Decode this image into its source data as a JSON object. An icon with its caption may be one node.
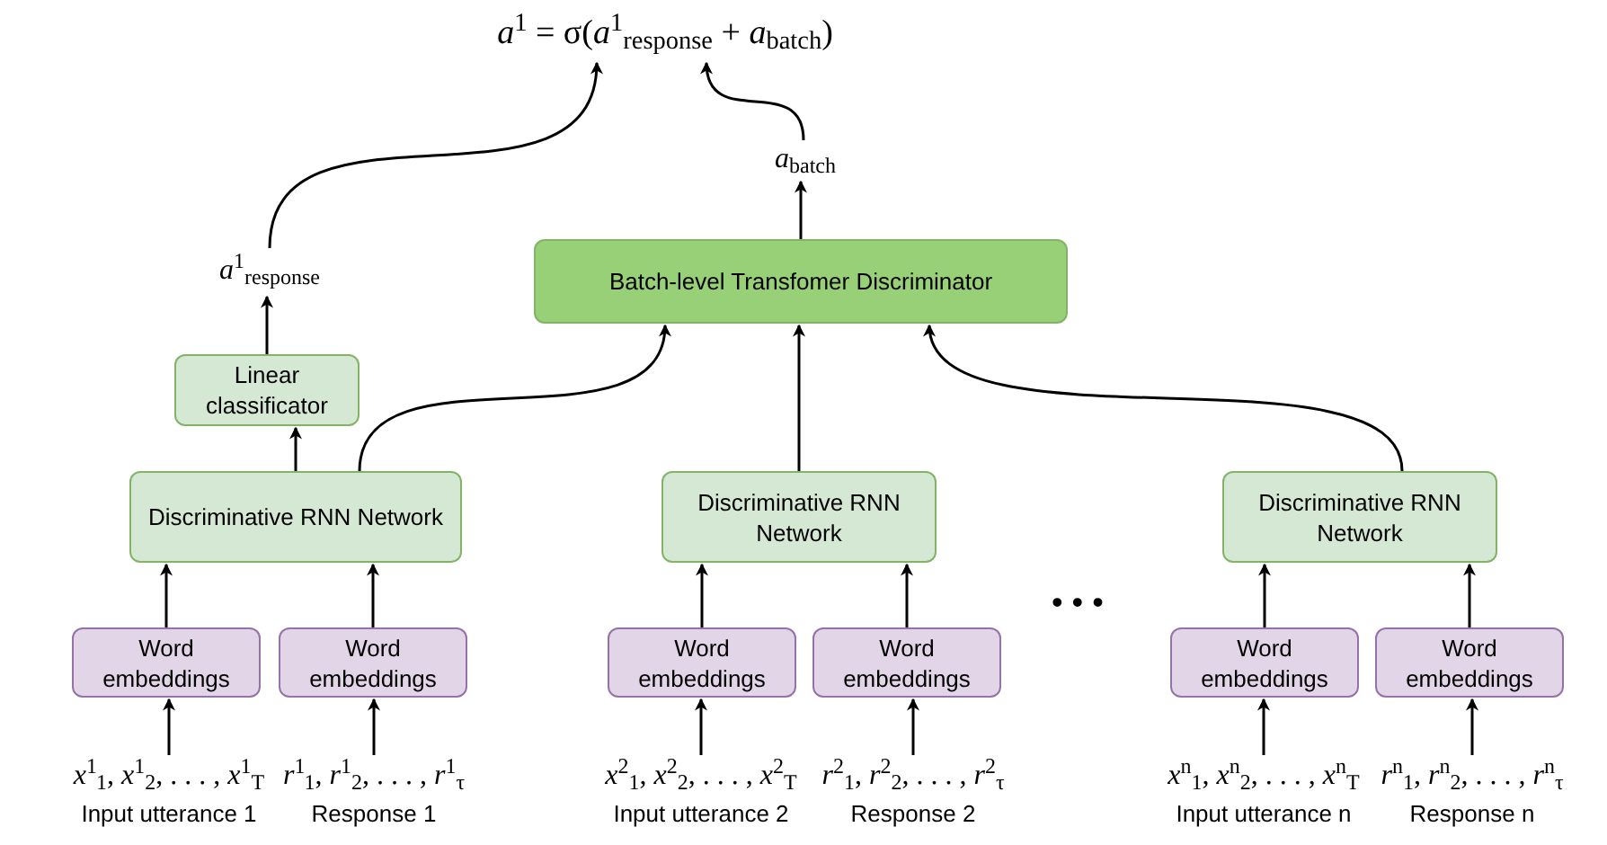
{
  "diagram": {
    "nodes": [
      {
        "text": [
          "*a*$^{1}$ = σ(*a*$^{1}$$_{response}$ + *a*$_{batch}$)"
        ]
      },
      {
        "text": [
          "*a*$^{1}$$_{response}$"
        ]
      },
      {
        "text": [
          "*a*$_{batch}$"
        ]
      },
      {
        "text": [
          "Linear classificator"
        ]
      },
      {
        "text": [
          "Batch-level Transfomer Discriminator"
        ]
      },
      {
        "text": [
          "Discriminative RNN Network"
        ]
      },
      {
        "text": [
          "Discriminative RNN Network"
        ]
      },
      {
        "text": [
          "Discriminative RNN Network"
        ]
      },
      {
        "text": [
          "Word embeddings"
        ]
      },
      {
        "text": [
          "Word embeddings"
        ]
      },
      {
        "text": [
          "Word embeddings"
        ]
      },
      {
        "text": [
          "Word embeddings"
        ]
      },
      {
        "text": [
          "Word embeddings"
        ]
      },
      {
        "text": [
          "Word embeddings"
        ]
      },
      {
        "text": [
          "*x*$^{1}$$_{1}$, *x*$^{1}$$_{2}$, . . . , *x*$^{1}$$_{T}$",
          "Input utterance 1"
        ]
      },
      {
        "text": [
          "*r*$^{1}$$_{1}$, *r*$^{1}$$_{2}$, . . . , *r*$^{1}$$_{τ}$",
          "Response 1"
        ]
      },
      {
        "text": [
          "*x*$^{2}$$_{1}$, *x*$^{2}$$_{2}$, . . . , *x*$^{2}$$_{T}$",
          "Input utterance 2"
        ]
      },
      {
        "text": [
          "*r*$^{2}$$_{1}$, *r*$^{2}$$_{2}$, . . . , *r*$^{2}$$_{τ}$",
          "Response 2"
        ]
      },
      {
        "text": [
          "*x*$^{n}$$_{1}$, *x*$^{n}$$_{2}$, . . . , *x*$^{n}$$_{T}$",
          "Input utterance n"
        ]
      },
      {
        "text": [
          "*r*$^{n}$$_{1}$, *r*$^{n}$$_{2}$, . . . , *r*$^{n}$$_{τ}$",
          "Response n"
        ]
      }
    ],
    "edges": [
      {
        "from": 14,
        "to": 8,
        "arrow": "to"
      },
      {
        "from": 15,
        "to": 9,
        "arrow": "to"
      },
      {
        "from": 16,
        "to": 10,
        "arrow": "to"
      },
      {
        "from": 17,
        "to": 11,
        "arrow": "to"
      },
      {
        "from": 18,
        "to": 12,
        "arrow": "to"
      },
      {
        "from": 19,
        "to": 13,
        "arrow": "to"
      },
      {
        "from": 8,
        "to": 5,
        "arrow": "to"
      },
      {
        "from": 9,
        "to": 5,
        "arrow": "to"
      },
      {
        "from": 10,
        "to": 6,
        "arrow": "to"
      },
      {
        "from": 11,
        "to": 6,
        "arrow": "to"
      },
      {
        "from": 12,
        "to": 7,
        "arrow": "to"
      },
      {
        "from": 13,
        "to": 7,
        "arrow": "to"
      },
      {
        "from": 5,
        "to": 3,
        "arrow": "to"
      },
      {
        "from": 3,
        "to": 1,
        "arrow": "to"
      },
      {
        "from": 1,
        "to": 0,
        "arrow": "to"
      },
      {
        "from": 5,
        "to": 4,
        "arrow": "to"
      },
      {
        "from": 6,
        "to": 4,
        "arrow": "to"
      },
      {
        "from": 7,
        "to": 4,
        "arrow": "to"
      },
      {
        "from": 4,
        "to": 2,
        "arrow": "to"
      },
      {
        "from": 2,
        "to": 0,
        "arrow": "to"
      }
    ],
    "labels": [
      "• • •"
    ]
  }
}
